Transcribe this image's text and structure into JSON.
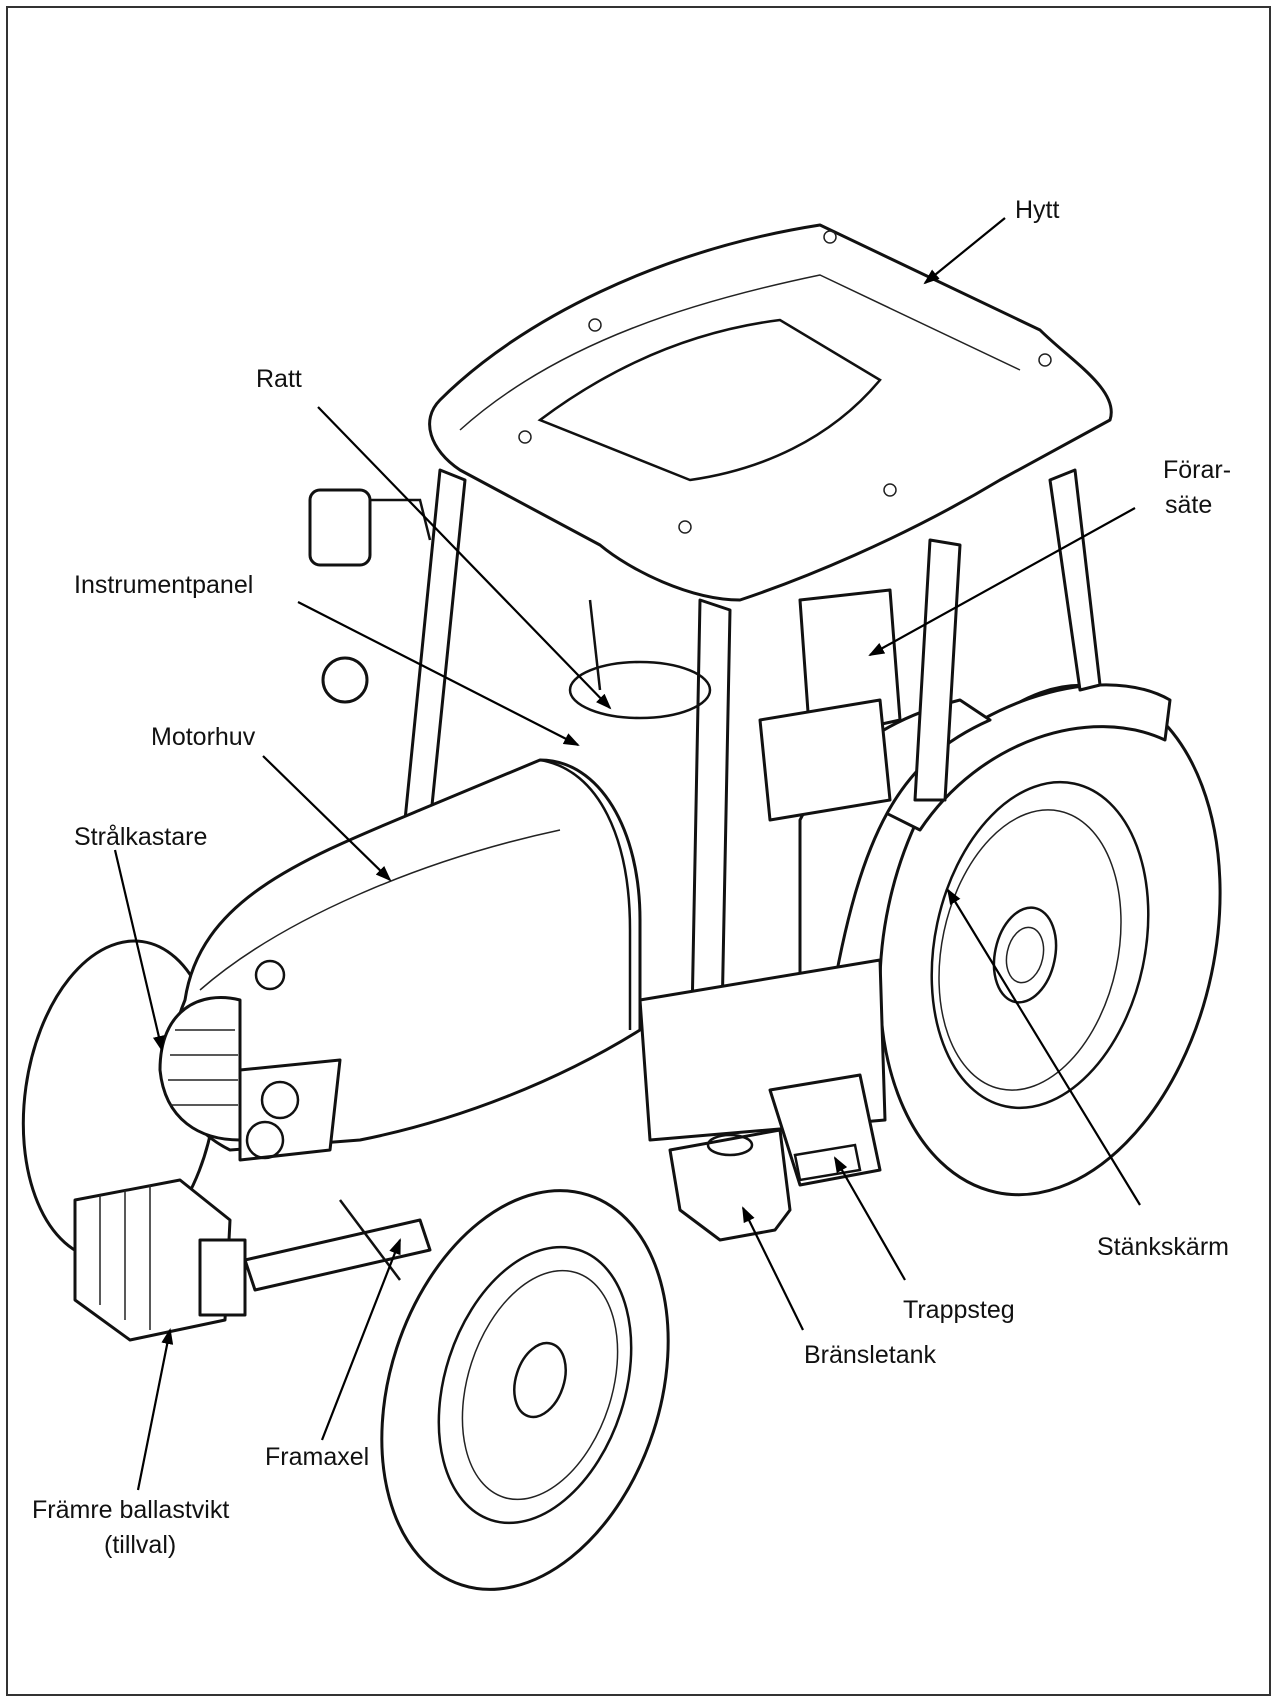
{
  "labels": {
    "hytt": "Hytt",
    "ratt": "Ratt",
    "forarsate_line1": "Förar-",
    "forarsate_line2": "säte",
    "instrumentpanel": "Instrumentpanel",
    "motorhuv": "Motorhuv",
    "stralkastare": "Strålkastare",
    "stankskarm": "Stänkskärm",
    "trappsteg": "Trappsteg",
    "bransletank": "Bränsletank",
    "framaxel": "Framaxel",
    "framre_ballastvikt_line1": "Främre ballastvikt",
    "framre_ballastvikt_line2": "(tillval)"
  }
}
